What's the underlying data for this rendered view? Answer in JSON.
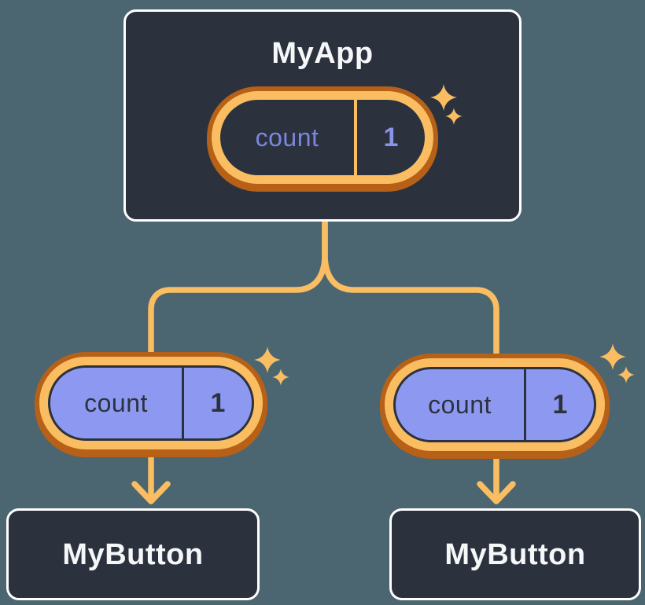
{
  "diagram": {
    "description": "React component tree sharing state",
    "root_node": {
      "title": "MyApp",
      "state": {
        "name": "count",
        "value": "1"
      }
    },
    "child_nodes": [
      {
        "title": "MyButton",
        "prop": {
          "name": "count",
          "value": "1"
        }
      },
      {
        "title": "MyButton",
        "prop": {
          "name": "count",
          "value": "1"
        }
      }
    ]
  },
  "icons": {
    "sparkle": "✦"
  },
  "colors": {
    "background": "#4B6670",
    "node_background": "#2C323D",
    "node_border": "#FFFFFF",
    "node_text": "#F6F7F9",
    "highlight_ring_light": "#FABD62",
    "highlight_ring_dark": "#B76017",
    "state_pill_fill": "#8D99F0",
    "state_text_on_dark": "#7B86DF",
    "state_value_on_dark": "#8A93E8",
    "state_text_on_purple": "#2C323D",
    "connector": "#FABD62"
  }
}
